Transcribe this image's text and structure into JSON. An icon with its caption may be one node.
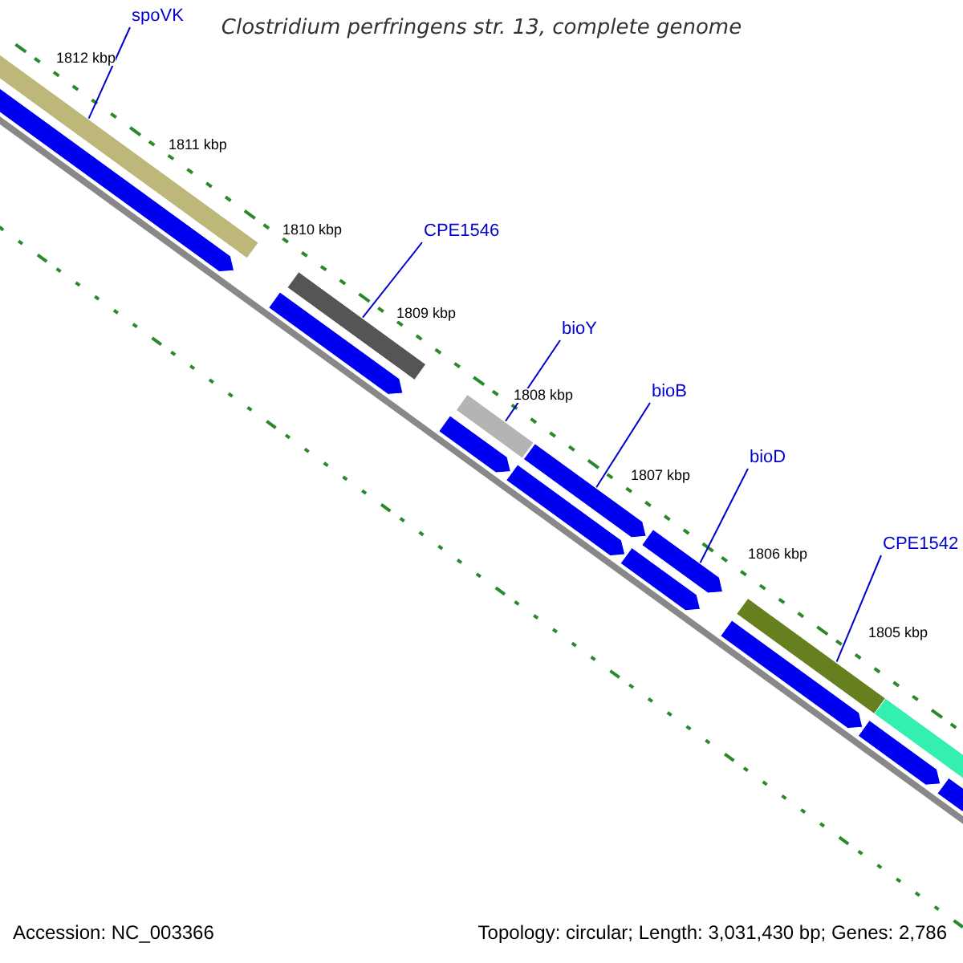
{
  "diagram": {
    "title": "Clostridium perfringens str. 13, complete genome",
    "nodes": [
      {
        "text": [
          "spoVK"
        ]
      },
      {
        "text": [],
        "shape": "bar"
      },
      {
        "text": [],
        "shape": "arrow"
      },
      {
        "text": [
          "CPE1546"
        ]
      },
      {
        "text": [],
        "shape": "bar"
      },
      {
        "text": [],
        "shape": "arrow"
      },
      {
        "text": [
          "bioY"
        ]
      },
      {
        "text": [],
        "shape": "bar"
      },
      {
        "text": [],
        "shape": "arrow"
      },
      {
        "text": [
          "bioB"
        ]
      },
      {
        "text": [],
        "shape": "arrow"
      },
      {
        "text": [],
        "shape": "arrow"
      },
      {
        "text": [
          "bioD"
        ]
      },
      {
        "text": [],
        "shape": "arrow"
      },
      {
        "text": [],
        "shape": "arrow"
      },
      {
        "text": [
          "CPE1542"
        ]
      },
      {
        "text": [],
        "shape": "bar"
      },
      {
        "text": [],
        "shape": "bar"
      },
      {
        "text": [],
        "shape": "arrow"
      },
      {
        "text": [],
        "shape": "arrow"
      },
      {
        "text": [],
        "shape": "arrow"
      }
    ],
    "edges": [
      {
        "from": 0,
        "to": 1,
        "arrow": "none"
      },
      {
        "from": 3,
        "to": 4,
        "arrow": "none"
      },
      {
        "from": 6,
        "to": 7,
        "arrow": "none"
      },
      {
        "from": 9,
        "to": 10,
        "arrow": "none"
      },
      {
        "from": 12,
        "to": 13,
        "arrow": "none"
      },
      {
        "from": 15,
        "to": 16,
        "arrow": "none"
      }
    ],
    "labels": [
      "1812 kbp",
      "1811 kbp",
      "1810 kbp",
      "1809 kbp",
      "1808 kbp",
      "1807 kbp",
      "1806 kbp",
      "1805 kbp",
      "Accession: NC_003366",
      "Topology: circular; Length: 3,031,430 bp; Genes: 2,786"
    ]
  }
}
